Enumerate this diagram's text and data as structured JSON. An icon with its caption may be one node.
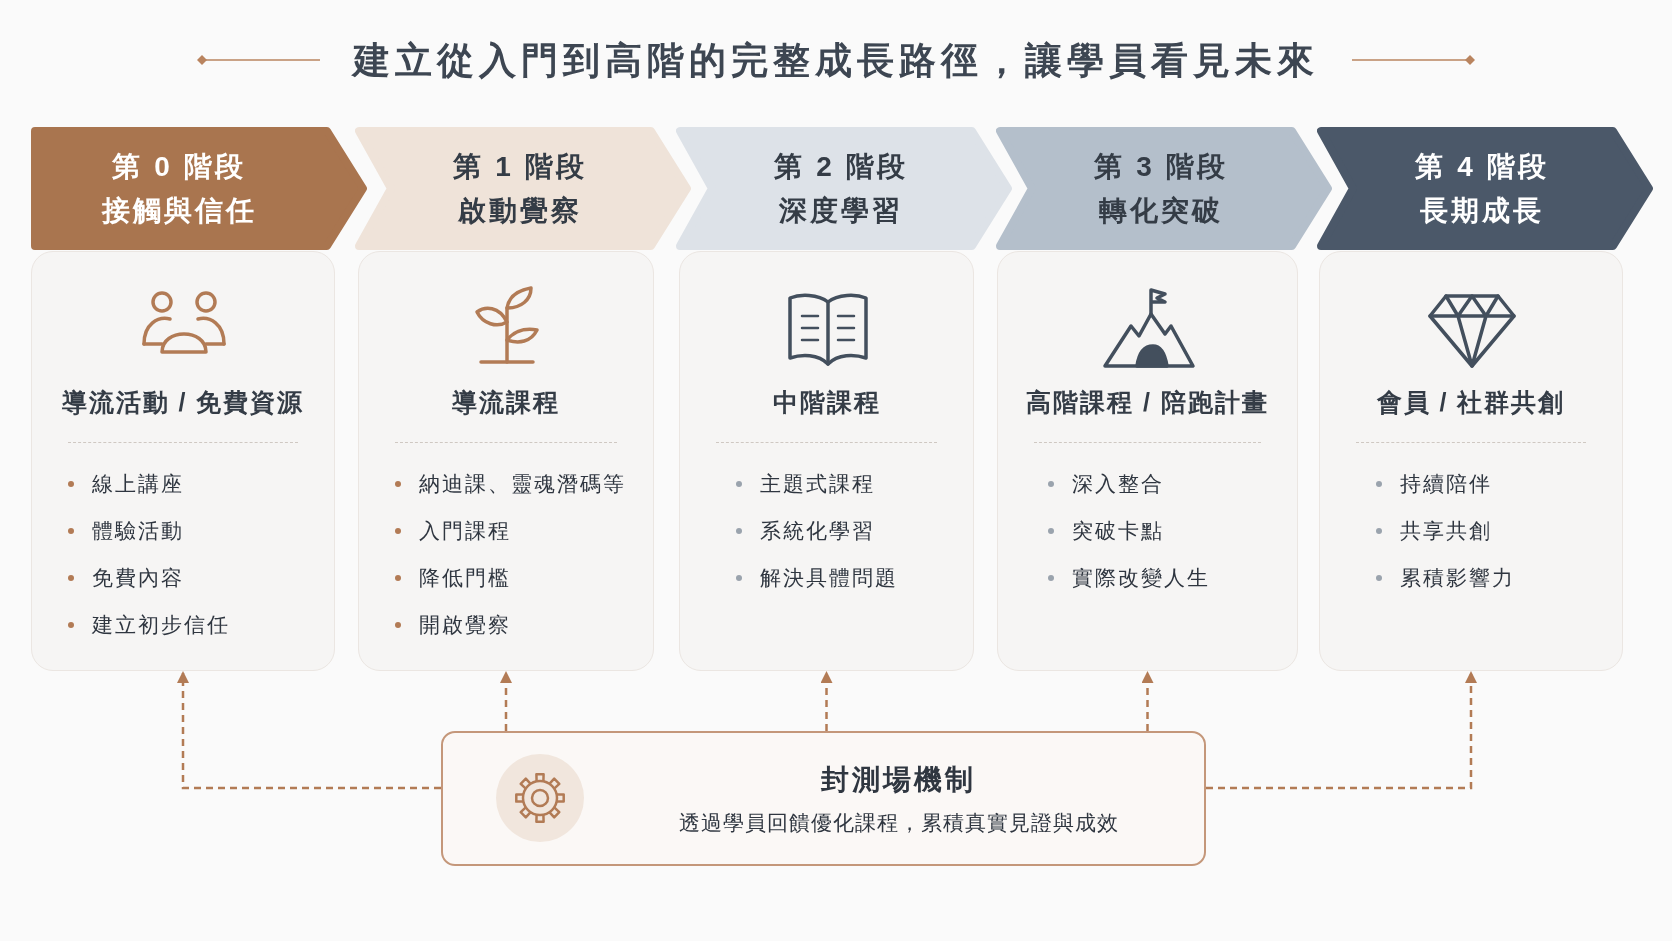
{
  "diagram": {
    "title": "建立從入門到高階的完整成長路徑，讓學員看見未來",
    "nodes": [
      {
        "text": [
          "第 0 階段",
          "接觸與信任"
        ]
      },
      {
        "text": [
          "第 1 階段",
          "啟動覺察"
        ]
      },
      {
        "text": [
          "第 2 階段",
          "深度學習"
        ]
      },
      {
        "text": [
          "第 3 階段",
          "轉化突破"
        ]
      },
      {
        "text": [
          "第 4 階段",
          "長期成長"
        ]
      },
      {
        "text": [
          "導流活動 / 免費資源",
          "線上講座",
          "體驗活動",
          "免費內容",
          "建立初步信任"
        ]
      },
      {
        "text": [
          "導流課程",
          "納迪課、靈魂潛碼等",
          "入門課程",
          "降低門檻",
          "開啟覺察"
        ]
      },
      {
        "text": [
          "中階課程",
          "主題式課程",
          "系統化學習",
          "解決具體問題"
        ]
      },
      {
        "text": [
          "高階課程 / 陪跑計畫",
          "深入整合",
          "突破卡點",
          "實際改變人生"
        ]
      },
      {
        "text": [
          "會員 / 社群共創",
          "持續陪伴",
          "共享共創",
          "累積影響力"
        ]
      },
      {
        "text": [
          "封測場機制",
          "透過學員回饋優化課程，累積真實見證與成效"
        ]
      }
    ],
    "edges": [
      {
        "from": 10,
        "to": 5,
        "arrow": "to",
        "style": "dashed"
      },
      {
        "from": 10,
        "to": 6,
        "arrow": "to",
        "style": "dashed"
      },
      {
        "from": 10,
        "to": 7,
        "arrow": "to",
        "style": "dashed"
      },
      {
        "from": 10,
        "to": 8,
        "arrow": "to",
        "style": "dashed"
      },
      {
        "from": 10,
        "to": 9,
        "arrow": "to",
        "style": "dashed"
      }
    ]
  }
}
